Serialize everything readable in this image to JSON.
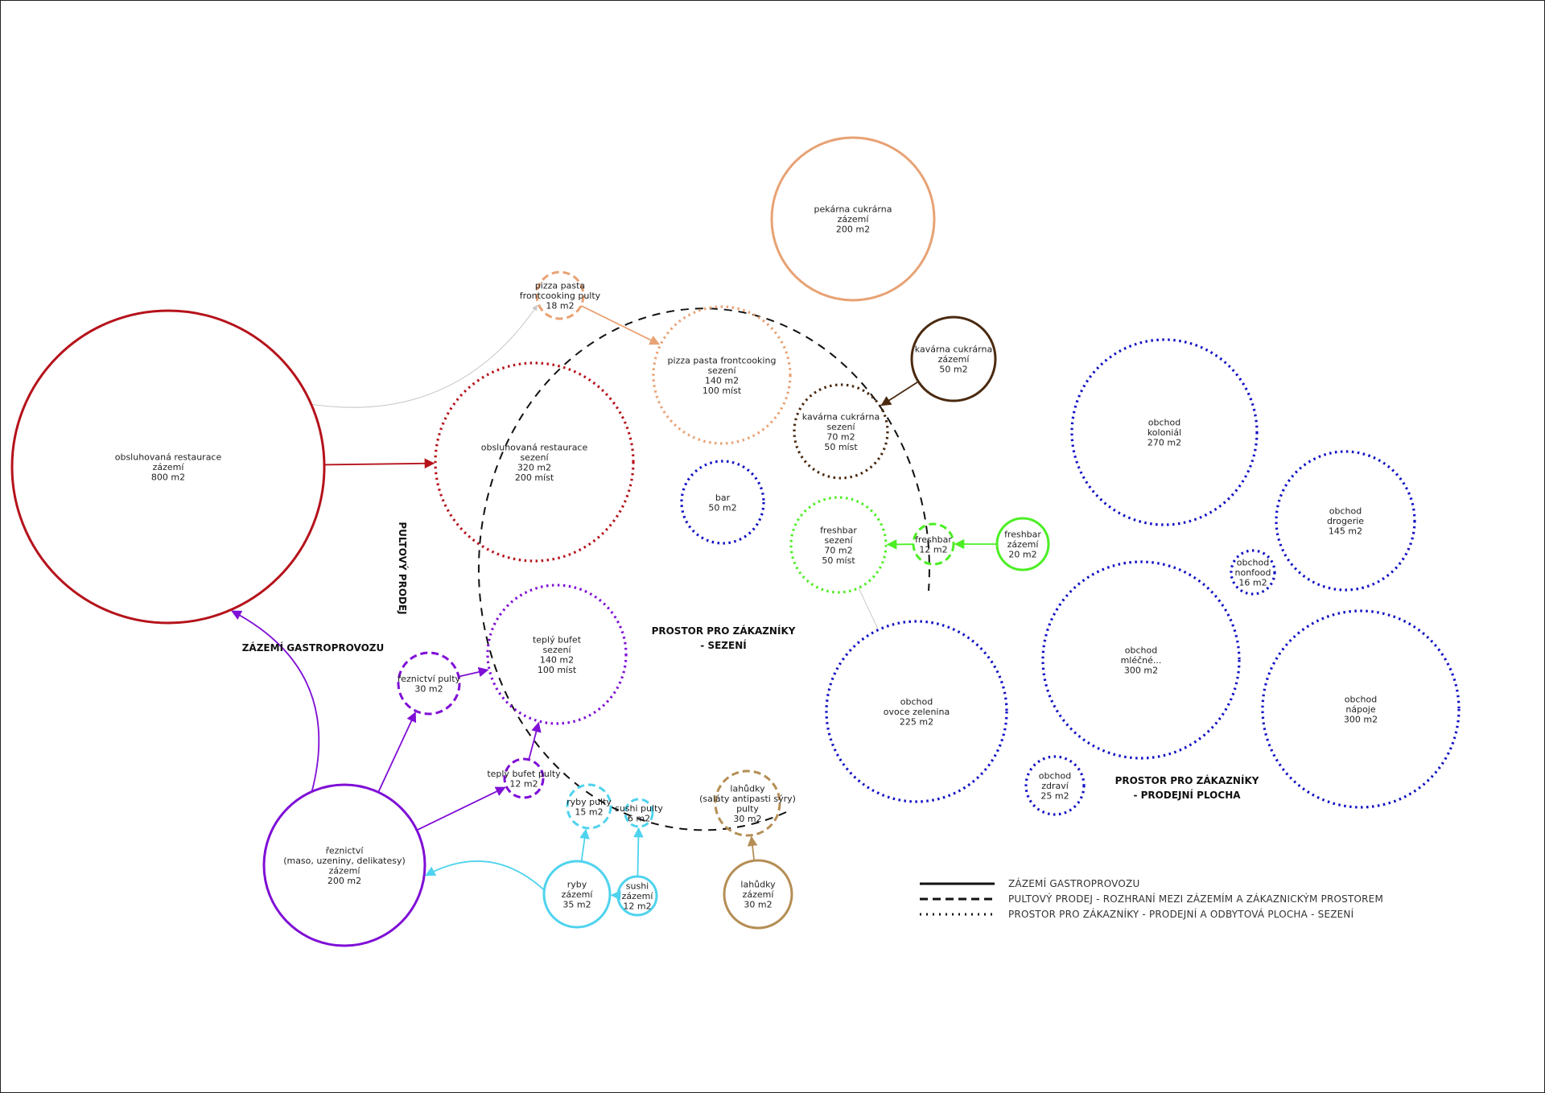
{
  "palette": {
    "red": "#b5121b",
    "salmon": "#e8a274",
    "brown": "#4a2a10",
    "purple": "#7f0fd6",
    "cyan": "#4fd3ee",
    "tan": "#b58e55",
    "green": "#4cee24",
    "blue": "#1010c4",
    "black": "#111111",
    "grey": "#c8c8c8"
  },
  "nodes": [
    {
      "id": "restaurace-zazemi",
      "lines": [
        "obsluhovaná restaurace",
        "zázemí",
        "800 m2"
      ],
      "color": "red",
      "style": "solid"
    },
    {
      "id": "restaurace-sezeni",
      "lines": [
        "obsluhovaná restaurace",
        "sezení",
        "320 m2",
        "200 míst"
      ],
      "color": "red",
      "style": "dotted"
    },
    {
      "id": "pizza-pulty",
      "lines": [
        "pizza pasta",
        "frontcooking pulty",
        "18 m2"
      ],
      "color": "salmon",
      "style": "dashed"
    },
    {
      "id": "pizza-sezeni",
      "lines": [
        "pizza pasta frontcooking",
        "sezení",
        "140 m2",
        "100 míst"
      ],
      "color": "salmon",
      "style": "dotted"
    },
    {
      "id": "pekarna-zazemi",
      "lines": [
        "pekárna cukrárna",
        "zázemí",
        "200 m2"
      ],
      "color": "salmon",
      "style": "solid"
    },
    {
      "id": "kavarna-zazemi",
      "lines": [
        "kavárna cukrárna",
        "zázemí",
        "50 m2"
      ],
      "color": "brown",
      "style": "solid"
    },
    {
      "id": "kavarna-sezeni",
      "lines": [
        "kavárna cukrárna",
        "sezení",
        "70 m2",
        "50 míst"
      ],
      "color": "brown",
      "style": "dotted"
    },
    {
      "id": "bar",
      "lines": [
        "bar",
        "50 m2"
      ],
      "color": "blue",
      "style": "dotted"
    },
    {
      "id": "freshbar-sezeni",
      "lines": [
        "freshbar",
        "sezení",
        "70 m2",
        "50 míst"
      ],
      "color": "green",
      "style": "dotted"
    },
    {
      "id": "freshbar-pulty",
      "lines": [
        "freshbar",
        "12 m2"
      ],
      "color": "green",
      "style": "dashed"
    },
    {
      "id": "freshbar-zazemi",
      "lines": [
        "freshbar",
        "zázemí",
        "20 m2"
      ],
      "color": "green",
      "style": "solid"
    },
    {
      "id": "teply-bufet-sezeni",
      "lines": [
        "teplý bufet",
        "sezení",
        "140 m2",
        "100 míst"
      ],
      "color": "purple",
      "style": "dotted"
    },
    {
      "id": "reznictvi-pulty",
      "lines": [
        "řeznictví pulty",
        "30 m2"
      ],
      "color": "purple",
      "style": "dashed"
    },
    {
      "id": "teply-bufet-pulty",
      "lines": [
        "teplý bufet pulty",
        "12 m2"
      ],
      "color": "purple",
      "style": "dashed"
    },
    {
      "id": "reznictvi-zazemi",
      "lines": [
        "řeznictví",
        "(maso, uzeniny, delikatesy)",
        "zázemí",
        "200 m2"
      ],
      "color": "purple",
      "style": "solid"
    },
    {
      "id": "ryby-pulty",
      "lines": [
        "ryby pulty",
        "15 m2"
      ],
      "color": "cyan",
      "style": "dashed"
    },
    {
      "id": "sushi-pulty",
      "lines": [
        "sushi pulty",
        "6 m2"
      ],
      "color": "cyan",
      "style": "dashed"
    },
    {
      "id": "ryby-zazemi",
      "lines": [
        "ryby",
        "zázemí",
        "35 m2"
      ],
      "color": "cyan",
      "style": "solid"
    },
    {
      "id": "sushi-zazemi",
      "lines": [
        "sushi",
        "zázemí",
        "12 m2"
      ],
      "color": "cyan",
      "style": "solid"
    },
    {
      "id": "lahudky-pulty",
      "lines": [
        "lahůdky",
        "(saláty antipasti sýry)",
        "pulty",
        "30 m2"
      ],
      "color": "tan",
      "style": "dashed"
    },
    {
      "id": "lahudky-zazemi",
      "lines": [
        "lahůdky",
        "zázemí",
        "30 m2"
      ],
      "color": "tan",
      "style": "solid"
    },
    {
      "id": "obchod-kolonial",
      "lines": [
        "obchod",
        "koloniál",
        "270 m2"
      ],
      "color": "blue",
      "style": "dotted"
    },
    {
      "id": "obchod-drogerie",
      "lines": [
        "obchod",
        "drogerie",
        "145 m2"
      ],
      "color": "blue",
      "style": "dotted"
    },
    {
      "id": "obchod-nonfood",
      "lines": [
        "obchod",
        "nonfood",
        "16 m2"
      ],
      "color": "blue",
      "style": "dotted"
    },
    {
      "id": "obchod-mlecne",
      "lines": [
        "obchod",
        "mléčné...",
        "300 m2"
      ],
      "color": "blue",
      "style": "dotted"
    },
    {
      "id": "obchod-napoje",
      "lines": [
        "obchod",
        "nápoje",
        "300 m2"
      ],
      "color": "blue",
      "style": "dotted"
    },
    {
      "id": "obchod-ovoce",
      "lines": [
        "obchod",
        "ovoce zelenina",
        "225 m2"
      ],
      "color": "blue",
      "style": "dotted"
    },
    {
      "id": "obchod-zdravi",
      "lines": [
        "obchod",
        "zdraví",
        "25 m2"
      ],
      "color": "blue",
      "style": "dotted"
    }
  ],
  "edges": [
    {
      "from": "restaurace-zazemi",
      "to": "restaurace-sezeni",
      "color": "red"
    },
    {
      "from": "restaurace-zazemi",
      "to": "pizza-pulty",
      "color": "grey",
      "curved": true
    },
    {
      "from": "pizza-pulty",
      "to": "pizza-sezeni",
      "color": "salmon"
    },
    {
      "from": "kavarna-zazemi",
      "to": "kavarna-sezeni",
      "color": "brown"
    },
    {
      "from": "freshbar-zazemi",
      "to": "freshbar-pulty",
      "color": "green"
    },
    {
      "from": "freshbar-pulty",
      "to": "freshbar-sezeni",
      "color": "green"
    },
    {
      "from": "reznictvi-zazemi",
      "to": "restaurace-zazemi",
      "color": "purple",
      "curved": true
    },
    {
      "from": "reznictvi-zazemi",
      "to": "reznictvi-pulty",
      "color": "purple"
    },
    {
      "from": "reznictvi-zazemi",
      "to": "teply-bufet-pulty",
      "color": "purple"
    },
    {
      "from": "reznictvi-pulty",
      "to": "teply-bufet-sezeni",
      "color": "purple"
    },
    {
      "from": "teply-bufet-pulty",
      "to": "teply-bufet-sezeni",
      "color": "purple"
    },
    {
      "from": "ryby-zazemi",
      "to": "reznictvi-zazemi",
      "color": "cyan",
      "curved": true
    },
    {
      "from": "ryby-zazemi",
      "to": "ryby-pulty",
      "color": "cyan"
    },
    {
      "from": "sushi-zazemi",
      "to": "sushi-pulty",
      "color": "cyan"
    },
    {
      "from": "sushi-zazemi",
      "to": "ryby-zazemi",
      "color": "cyan"
    },
    {
      "from": "lahudky-zazemi",
      "to": "lahudky-pulty",
      "color": "tan"
    },
    {
      "from": "freshbar-sezeni",
      "to": "obchod-ovoce",
      "color": "grey",
      "noArrow": true
    }
  ],
  "zones": {
    "zazemi_gastroprovozu": "ZÁZEMÍ GASTROPROVOZU",
    "pultovy_prodej": "PULTOVÝ PRODEJ",
    "sezeni_line1": "PROSTOR PRO ZÁKAZNÍKY",
    "sezeni_line2": "- SEZENÍ",
    "prodejni_line1": "PROSTOR PRO ZÁKAZNÍKY",
    "prodejni_line2": "- PRODEJNÍ PLOCHA"
  },
  "legend": [
    {
      "style": "solid",
      "label": "ZÁZEMÍ GASTROPROVOZU"
    },
    {
      "style": "dashed",
      "label": "PULTOVÝ PRODEJ - ROZHRANÍ MEZI ZÁZEMÍM A ZÁKAZNICKÝM PROSTOREM"
    },
    {
      "style": "dotted",
      "label": "PROSTOR PRO ZÁKAZNÍKY - PRODEJNÍ A ODBYTOVÁ PLOCHA - SEZENÍ"
    }
  ]
}
